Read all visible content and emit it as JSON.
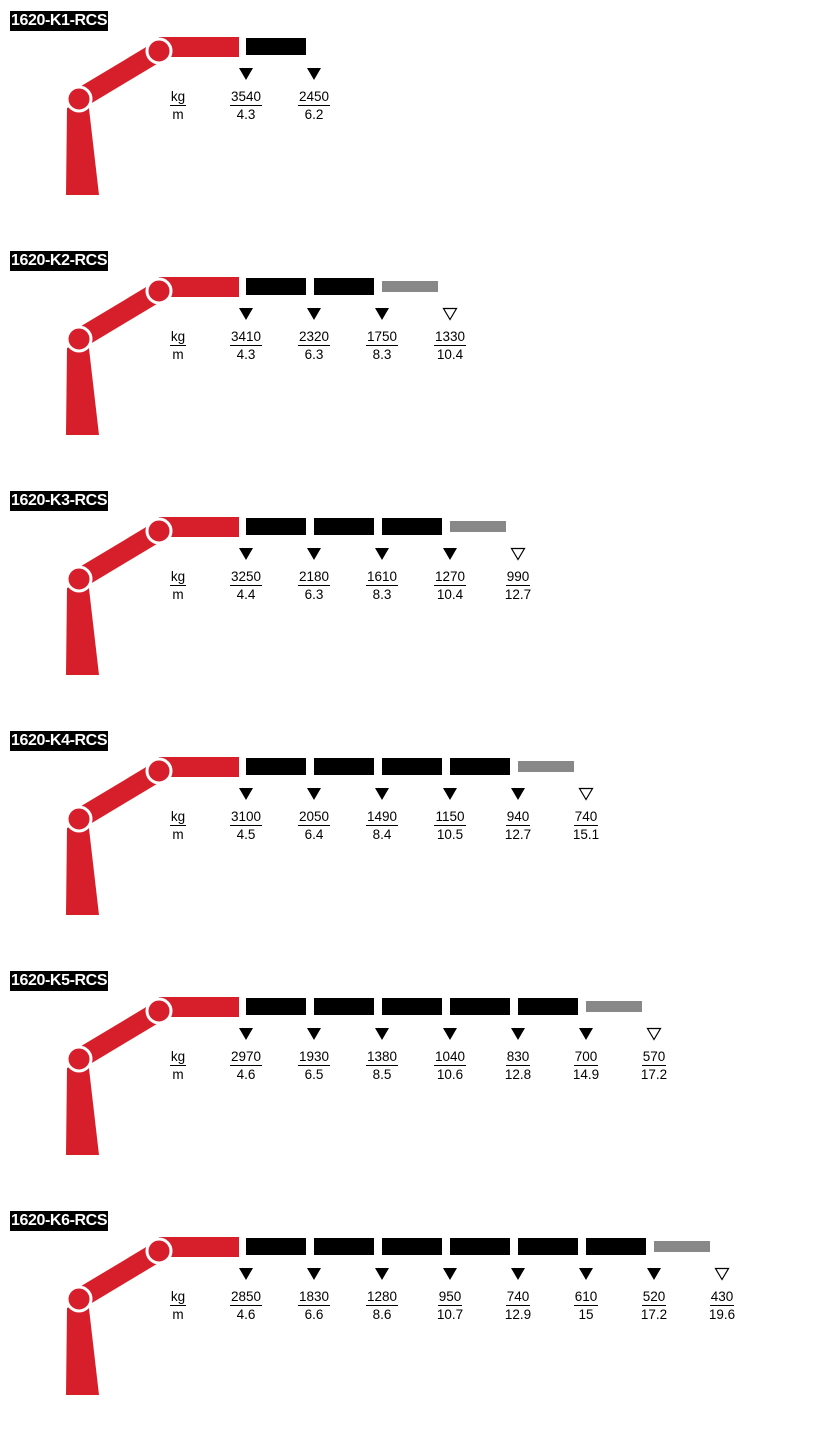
{
  "colors": {
    "crane_red": "#d71f2b",
    "boom_black": "#000000",
    "jib_grey": "#888888",
    "label_bg": "#000000",
    "label_text": "#ffffff"
  },
  "units": {
    "load": "kg",
    "radius": "m"
  },
  "configs": [
    {
      "model": "1620-K1-RCS",
      "black_sections": 1,
      "grey_section": false,
      "points": [
        {
          "kg": "3540",
          "m": "4.3",
          "marker": "filled"
        },
        {
          "kg": "2450",
          "m": "6.2",
          "marker": "filled"
        }
      ]
    },
    {
      "model": "1620-K2-RCS",
      "black_sections": 2,
      "grey_section": true,
      "points": [
        {
          "kg": "3410",
          "m": "4.3",
          "marker": "filled"
        },
        {
          "kg": "2320",
          "m": "6.3",
          "marker": "filled"
        },
        {
          "kg": "1750",
          "m": "8.3",
          "marker": "filled"
        },
        {
          "kg": "1330",
          "m": "10.4",
          "marker": "outline"
        }
      ]
    },
    {
      "model": "1620-K3-RCS",
      "black_sections": 3,
      "grey_section": true,
      "points": [
        {
          "kg": "3250",
          "m": "4.4",
          "marker": "filled"
        },
        {
          "kg": "2180",
          "m": "6.3",
          "marker": "filled"
        },
        {
          "kg": "1610",
          "m": "8.3",
          "marker": "filled"
        },
        {
          "kg": "1270",
          "m": "10.4",
          "marker": "filled"
        },
        {
          "kg": "990",
          "m": "12.7",
          "marker": "outline"
        }
      ]
    },
    {
      "model": "1620-K4-RCS",
      "black_sections": 4,
      "grey_section": true,
      "points": [
        {
          "kg": "3100",
          "m": "4.5",
          "marker": "filled"
        },
        {
          "kg": "2050",
          "m": "6.4",
          "marker": "filled"
        },
        {
          "kg": "1490",
          "m": "8.4",
          "marker": "filled"
        },
        {
          "kg": "1150",
          "m": "10.5",
          "marker": "filled"
        },
        {
          "kg": "940",
          "m": "12.7",
          "marker": "filled"
        },
        {
          "kg": "740",
          "m": "15.1",
          "marker": "outline"
        }
      ]
    },
    {
      "model": "1620-K5-RCS",
      "black_sections": 5,
      "grey_section": true,
      "points": [
        {
          "kg": "2970",
          "m": "4.6",
          "marker": "filled"
        },
        {
          "kg": "1930",
          "m": "6.5",
          "marker": "filled"
        },
        {
          "kg": "1380",
          "m": "8.5",
          "marker": "filled"
        },
        {
          "kg": "1040",
          "m": "10.6",
          "marker": "filled"
        },
        {
          "kg": "830",
          "m": "12.8",
          "marker": "filled"
        },
        {
          "kg": "700",
          "m": "14.9",
          "marker": "filled"
        },
        {
          "kg": "570",
          "m": "17.2",
          "marker": "outline"
        }
      ]
    },
    {
      "model": "1620-K6-RCS",
      "black_sections": 6,
      "grey_section": true,
      "points": [
        {
          "kg": "2850",
          "m": "4.6",
          "marker": "filled"
        },
        {
          "kg": "1830",
          "m": "6.6",
          "marker": "filled"
        },
        {
          "kg": "1280",
          "m": "8.6",
          "marker": "filled"
        },
        {
          "kg": "950",
          "m": "10.7",
          "marker": "filled"
        },
        {
          "kg": "740",
          "m": "12.9",
          "marker": "filled"
        },
        {
          "kg": "610",
          "m": "15",
          "marker": "filled"
        },
        {
          "kg": "520",
          "m": "17.2",
          "marker": "filled"
        },
        {
          "kg": "430",
          "m": "19.6",
          "marker": "outline"
        }
      ]
    }
  ]
}
